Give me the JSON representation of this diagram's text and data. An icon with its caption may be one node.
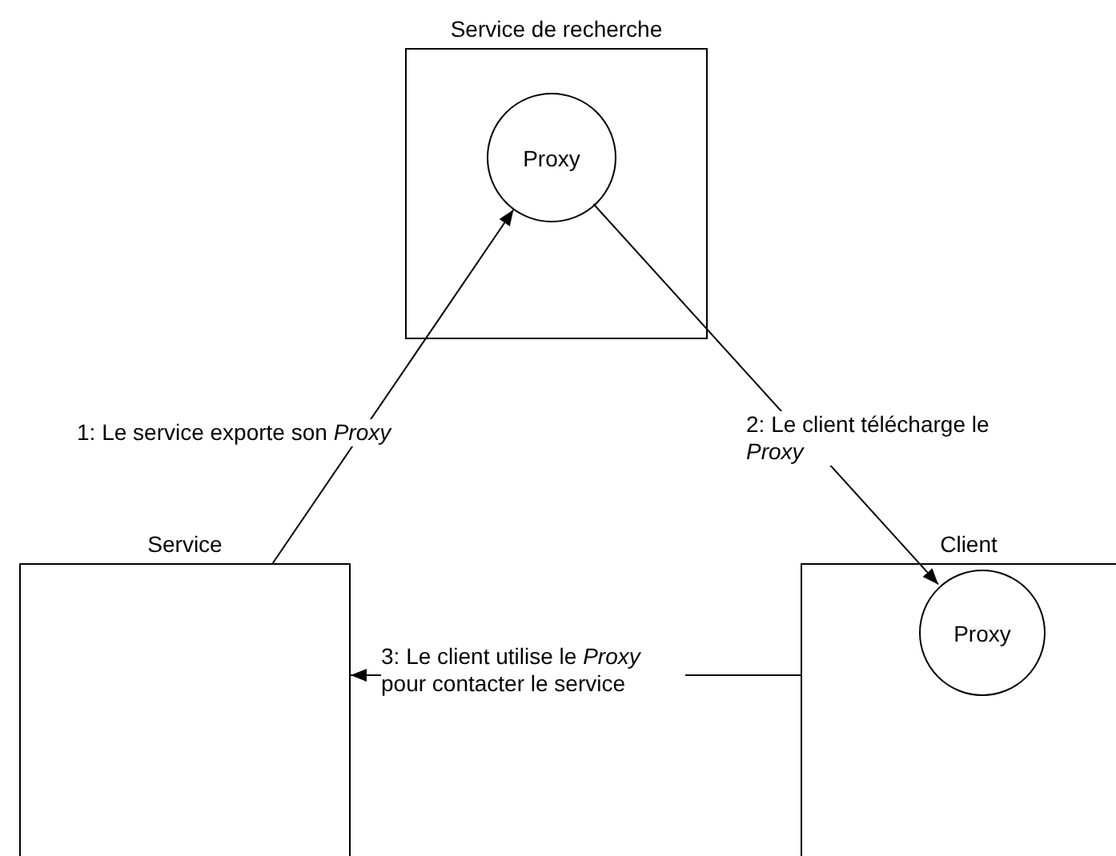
{
  "diagram": {
    "nodes": [
      {
        "text": [
          "Service de recherche"
        ]
      },
      {
        "text": [
          "Proxy"
        ],
        "in": 0
      },
      {
        "text": [
          "Service"
        ]
      },
      {
        "text": [
          "Client"
        ]
      },
      {
        "text": [
          "Proxy"
        ],
        "in": 3
      }
    ],
    "edges": [
      {
        "from": 2,
        "to": 1,
        "arrow": "to",
        "label": "1: Le service exporte son *Proxy*"
      },
      {
        "from": 1,
        "to": 4,
        "arrow": "to",
        "label": "2: Le client télécharge le *Proxy*"
      },
      {
        "from": 3,
        "to": 2,
        "arrow": "to",
        "label": "3: Le client utilise le *Proxy* pour contacter le service"
      }
    ]
  }
}
